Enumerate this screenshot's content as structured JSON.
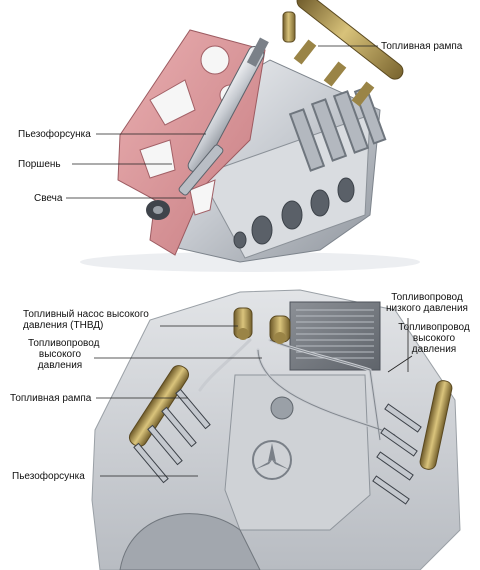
{
  "cutaway": {
    "labels": {
      "fuel_rail": "Топливная рампа",
      "piezo_injector": "Пьезофорсунка",
      "piston": "Поршень",
      "spark_plug": "Свеча"
    }
  },
  "engine": {
    "labels": {
      "hp_pump_1": "Топливный насос высокого",
      "hp_pump_2": "давления (ТНВД)",
      "hp_line_1": "Топливопровод",
      "hp_line_2": "высокого",
      "hp_line_3": "давления",
      "lp_line_1": "Топливопровод",
      "lp_line_2": "низкого давления",
      "hp_line_r_1": "Топливопровод",
      "hp_line_r_2": "высокого",
      "hp_line_r_3": "давления",
      "fuel_rail": "Топливная рампа",
      "piezo_injector": "Пьезофорсунка"
    }
  }
}
